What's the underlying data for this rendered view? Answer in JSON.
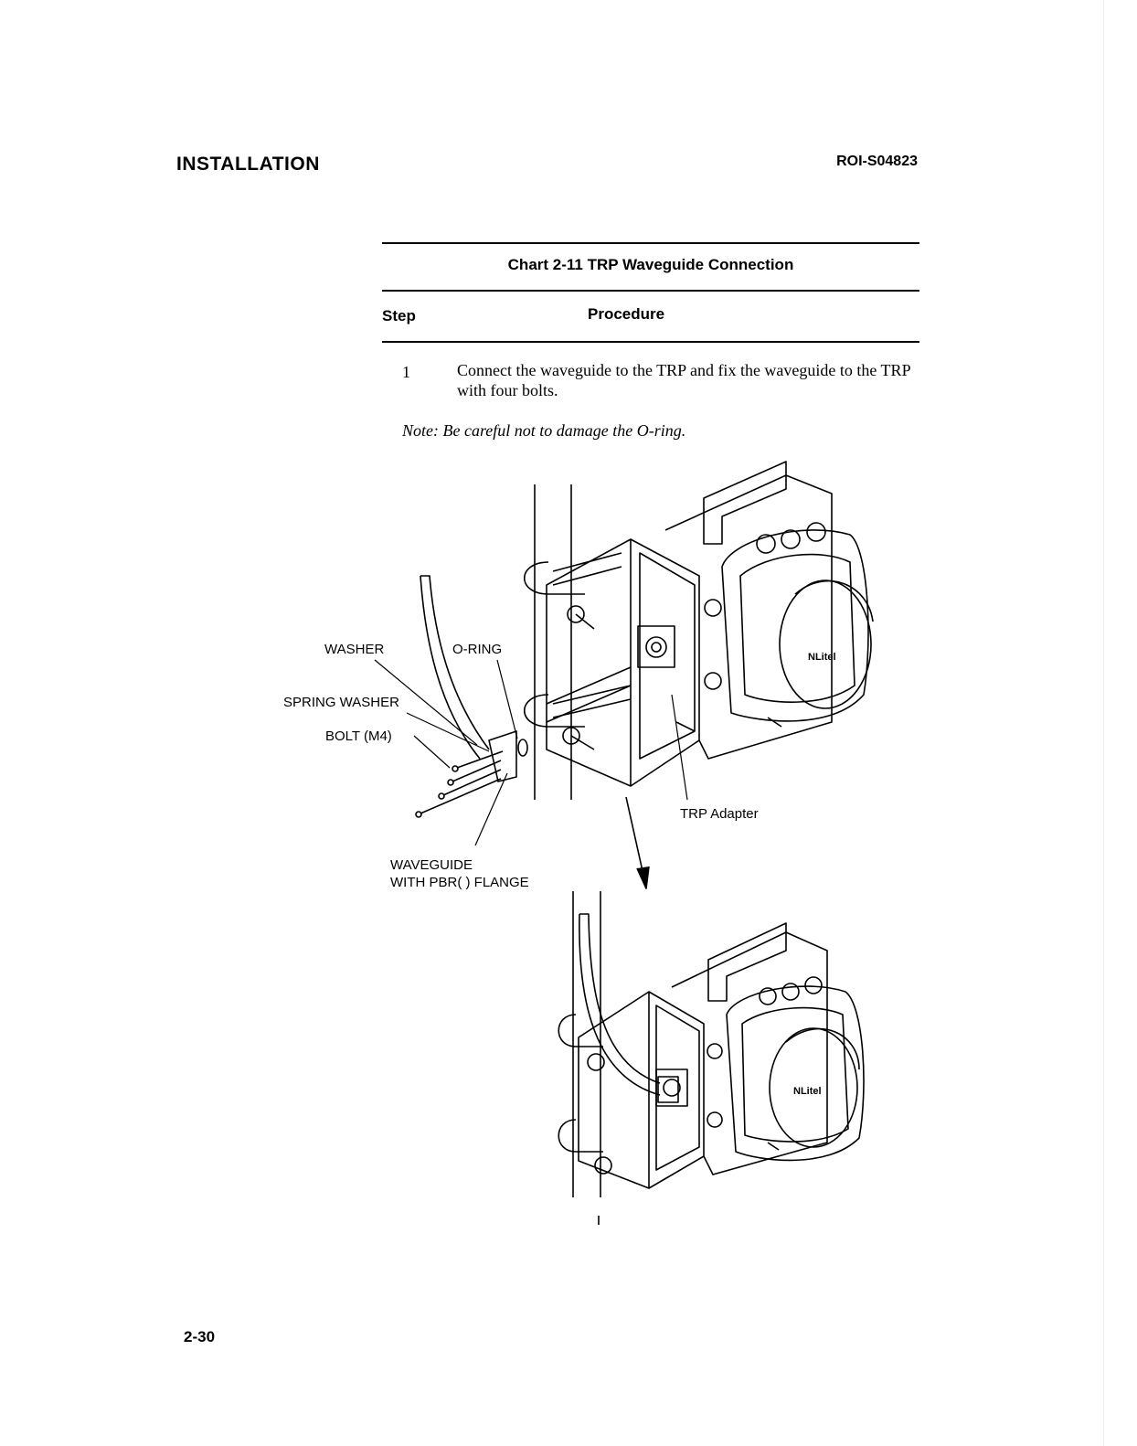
{
  "header": {
    "section": "INSTALLATION",
    "doc_id": "ROI-S04823"
  },
  "chart": {
    "title": "Chart 2-11  TRP Waveguide Connection",
    "columns": {
      "step": "Step",
      "procedure": "Procedure"
    },
    "steps": [
      {
        "number": "1",
        "text": "Connect the waveguide to the TRP and fix the waveguide to the TRP with four bolts."
      }
    ],
    "note": "Note: Be careful not to damage the O-ring."
  },
  "figure": {
    "labels": {
      "washer": "WASHER",
      "o_ring": "O-RING",
      "spring_washer": "SPRING WASHER",
      "bolt": "BOLT (M4)",
      "trp_adapter": "TRP Adapter",
      "waveguide_line1": "WAVEGUIDE",
      "waveguide_line2": "WITH PBR( ) FLANGE"
    },
    "logo_text": "NLitel"
  },
  "footer": {
    "page_number": "2-30"
  }
}
